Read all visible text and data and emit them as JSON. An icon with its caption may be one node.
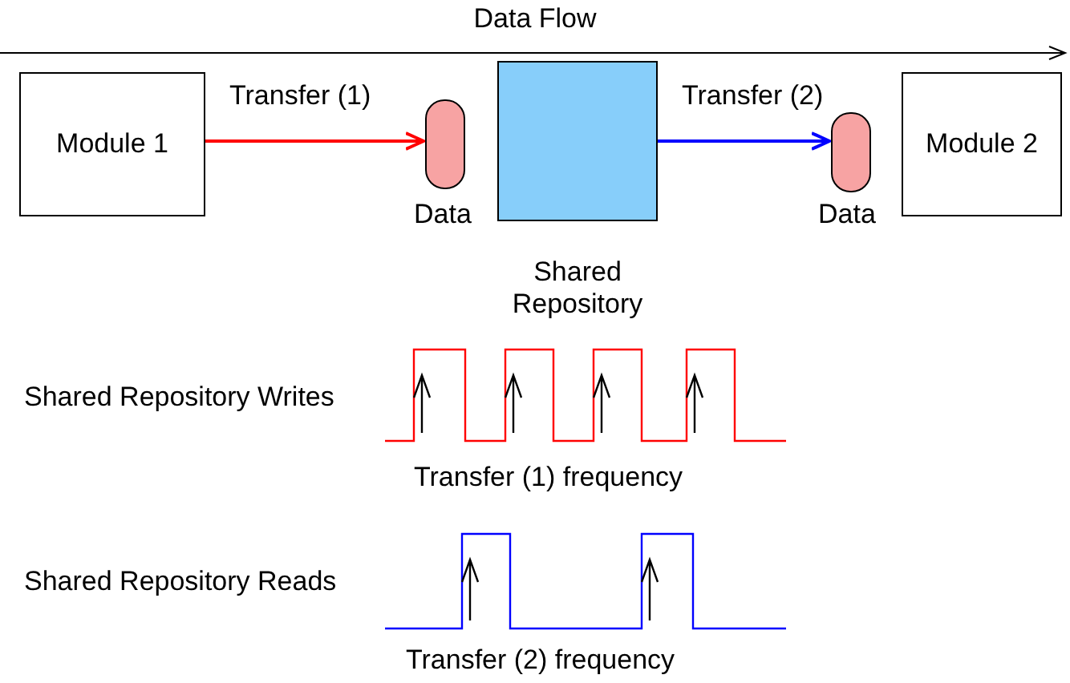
{
  "diagram": {
    "nodes": [
      {
        "text": [
          "Module 1"
        ]
      },
      {
        "text": [],
        "shape": "box",
        "beside": [
          "Data"
        ]
      },
      {
        "text": [],
        "shape": "box",
        "beside": [
          "Shared Repository"
        ]
      },
      {
        "text": [],
        "shape": "box",
        "beside": [
          "Data"
        ]
      },
      {
        "text": [
          "Module 2"
        ]
      }
    ],
    "edges": [
      {
        "from": 0,
        "to": 1,
        "arrow": "to",
        "label": "Transfer (1)",
        "color": "#ff0000"
      },
      {
        "from": 2,
        "to": 3,
        "arrow": "to",
        "label": "Transfer (2)",
        "color": "#0000ff"
      }
    ],
    "labels": [
      "Data Flow",
      "Shared Repository Writes",
      "Transfer (1) frequency",
      "Shared Repository Reads",
      "Transfer (2) frequency"
    ]
  }
}
